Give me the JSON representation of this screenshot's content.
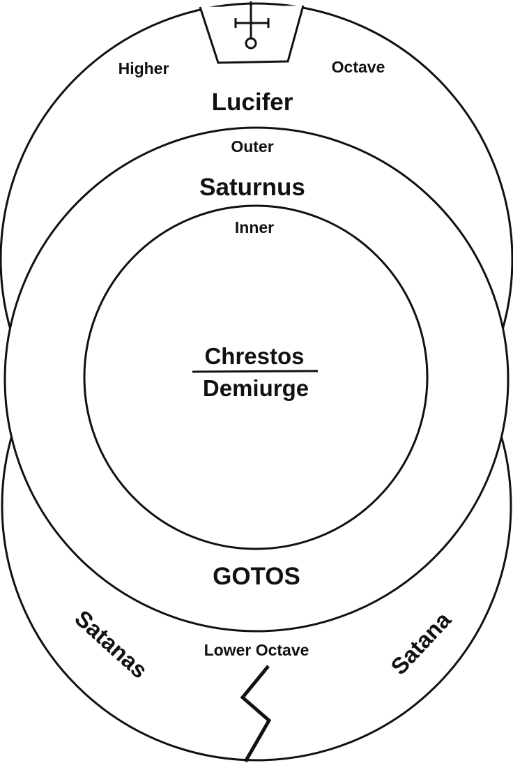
{
  "labels": {
    "higher": "Higher",
    "octave": "Octave",
    "lucifer": "Lucifer",
    "outer": "Outer",
    "saturnus": "Saturnus",
    "inner": "Inner",
    "chrestos": "Chrestos",
    "demiurge": "Demiurge",
    "gotos": "GOTOS",
    "satanas": "Satanas",
    "satana": "Satana",
    "lower_octave": "Lower Octave"
  },
  "colors": {
    "line": "#111111",
    "background": "#ffffff"
  }
}
